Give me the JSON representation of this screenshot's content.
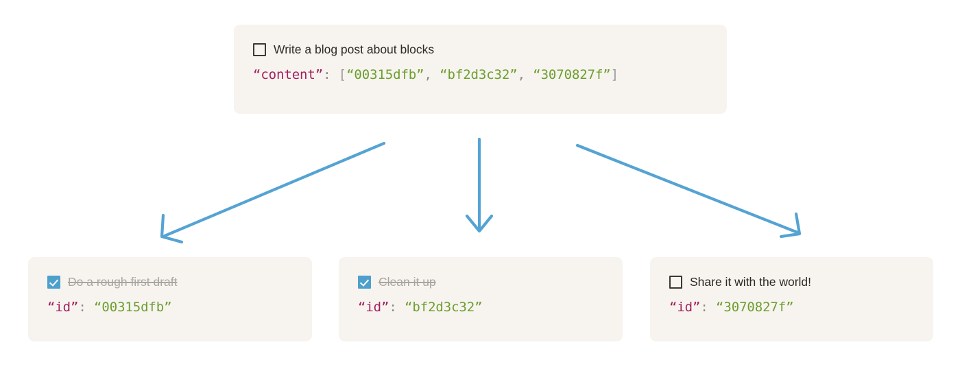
{
  "theme": {
    "page_background": "#ffffff",
    "card_background": "#f7f4ef",
    "arrow_color": "#55a3d3",
    "checkbox_checked_fill": "#4ea0cc",
    "checkbox_unchecked_border": "#3b3733",
    "text_color": "#2d2a26",
    "done_text_color": "#a9a6a1",
    "json_key_color": "#a32060",
    "json_value_color": "#6d9e2f",
    "json_punct_color": "#8c8a86"
  },
  "parent_card": {
    "checkbox_state": "unchecked",
    "checkbox_icon": "checkbox-empty-icon",
    "label": "Write a blog post about blocks",
    "json": {
      "key": "“content”",
      "colon": ":",
      "open_bracket": "[",
      "close_bracket": "]",
      "separator": ", ",
      "values": [
        "“00315dfb”",
        "“bf2d3c32”",
        "“3070827f”"
      ]
    }
  },
  "child_cards": [
    {
      "checkbox_state": "checked",
      "checkbox_icon": "checkbox-checked-icon",
      "label": "Do a rough first draft",
      "label_struck": true,
      "json": {
        "key": "“id”",
        "colon": ":",
        "value": "“00315dfb”"
      }
    },
    {
      "checkbox_state": "checked",
      "checkbox_icon": "checkbox-checked-icon",
      "label": "Clean it up",
      "label_struck": true,
      "json": {
        "key": "“id”",
        "colon": ":",
        "value": "“bf2d3c32”"
      }
    },
    {
      "checkbox_state": "unchecked",
      "checkbox_icon": "checkbox-empty-icon",
      "label": "Share it with the world!",
      "label_struck": false,
      "json": {
        "key": "“id”",
        "colon": ":",
        "value": "“3070827f”"
      }
    }
  ],
  "arrows": [
    {
      "name": "arrow-to-first-child",
      "direction": "down-left"
    },
    {
      "name": "arrow-to-second-child",
      "direction": "down"
    },
    {
      "name": "arrow-to-third-child",
      "direction": "down-right"
    }
  ]
}
